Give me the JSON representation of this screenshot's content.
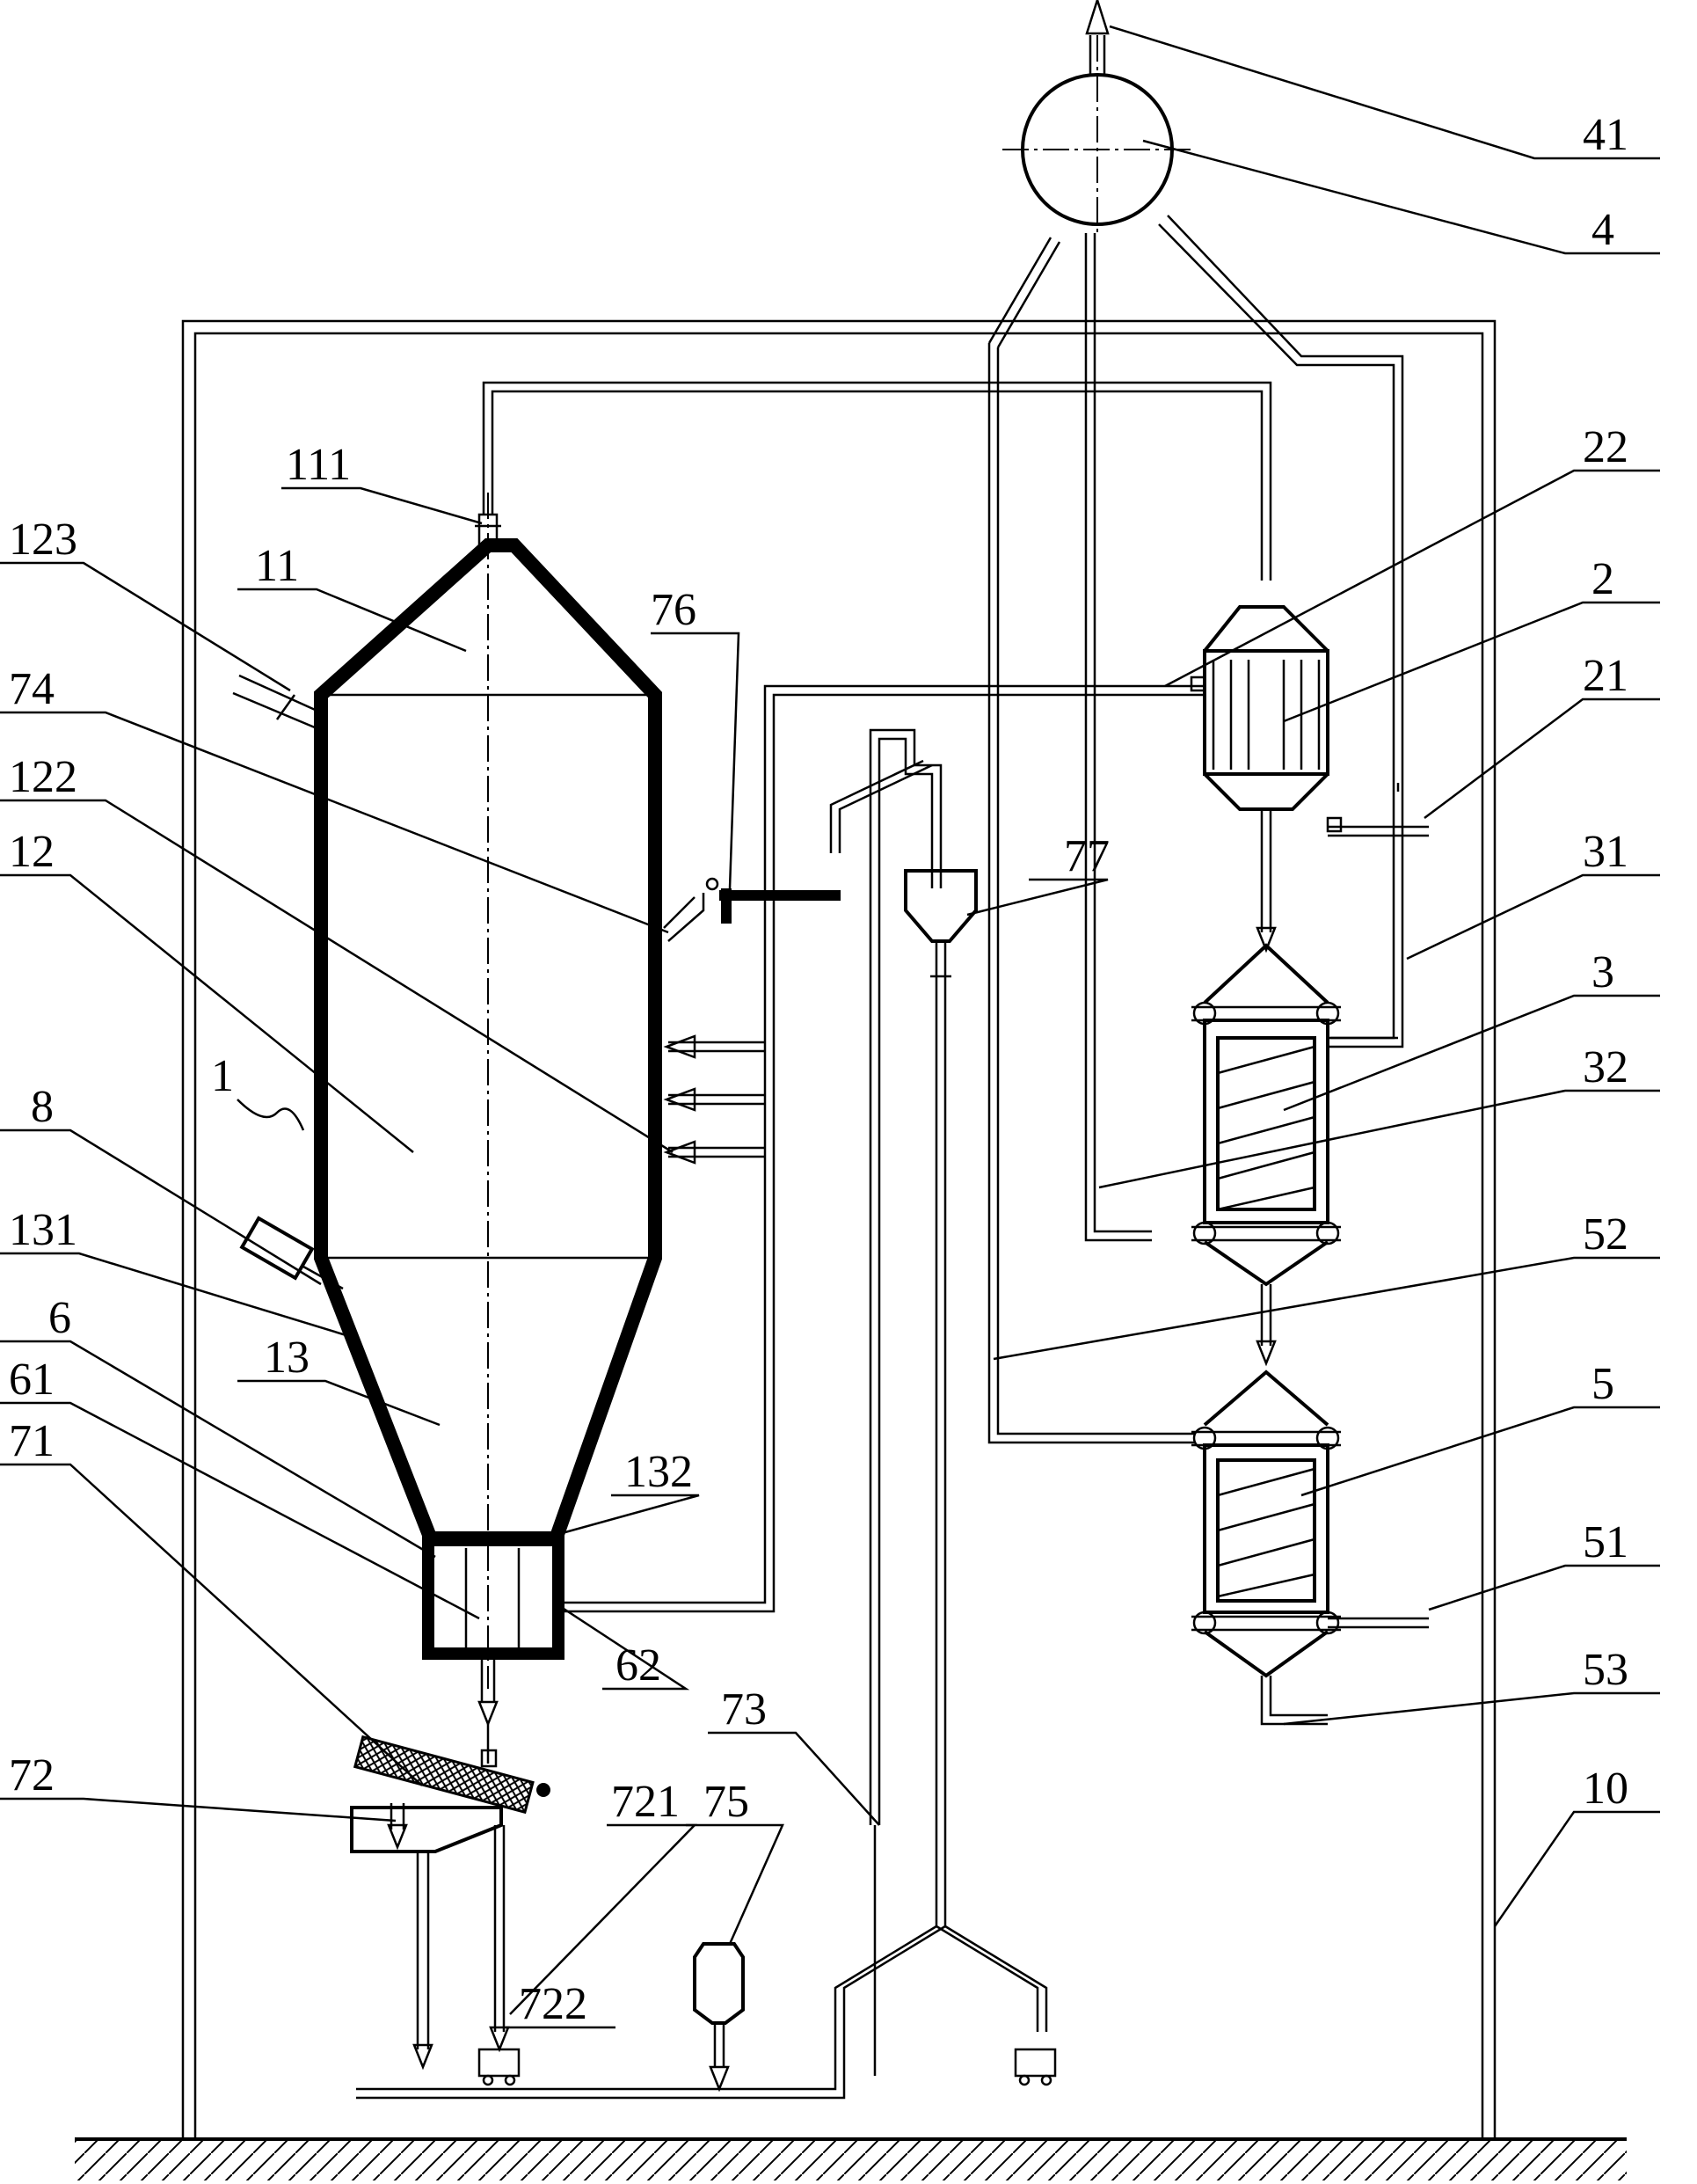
{
  "labels": {
    "l41": "41",
    "l4": "4",
    "l22": "22",
    "l2": "2",
    "l21": "21",
    "l31": "31",
    "l3": "3",
    "l32": "32",
    "l52": "52",
    "l5": "5",
    "l51": "51",
    "l53": "53",
    "l10": "10",
    "l111": "111",
    "l123": "123",
    "l11": "11",
    "l76": "76",
    "l74": "74",
    "l122": "122",
    "l12": "12",
    "l77": "77",
    "l8": "8",
    "l1": "1",
    "l131": "131",
    "l6": "6",
    "l61": "61",
    "l13": "13",
    "l71": "71",
    "l132": "132",
    "l62": "62",
    "l73": "73",
    "l72": "72",
    "l721": "721",
    "l75": "75",
    "l722": "722"
  }
}
